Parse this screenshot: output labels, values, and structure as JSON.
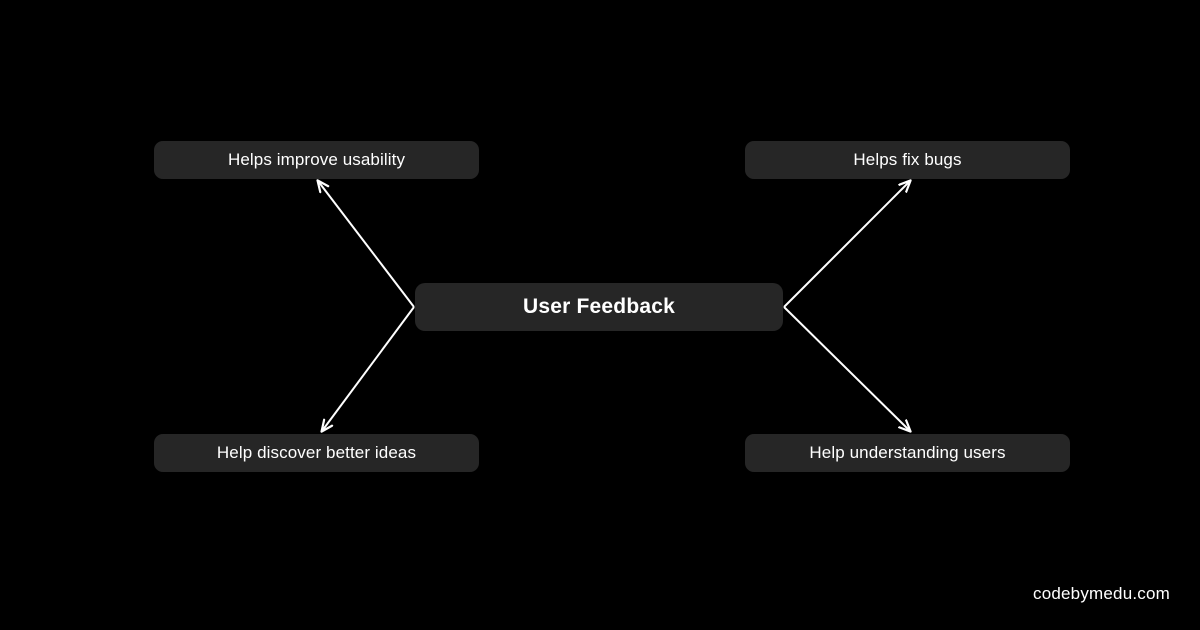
{
  "background_color": "#000000",
  "node_color": "#262626",
  "text_color": "#ffffff",
  "edge_color": "#ffffff",
  "diagram": {
    "center": {
      "label": "User Feedback"
    },
    "branches": [
      {
        "id": "top-left",
        "label": "Helps improve usability",
        "direction": "up-left"
      },
      {
        "id": "top-right",
        "label": "Helps fix bugs",
        "direction": "up-right"
      },
      {
        "id": "bottom-left",
        "label": "Help discover better ideas",
        "direction": "down-left"
      },
      {
        "id": "bottom-right",
        "label": "Help understanding users",
        "direction": "down-right"
      }
    ]
  },
  "watermark": {
    "text": "codebymedu.com"
  }
}
